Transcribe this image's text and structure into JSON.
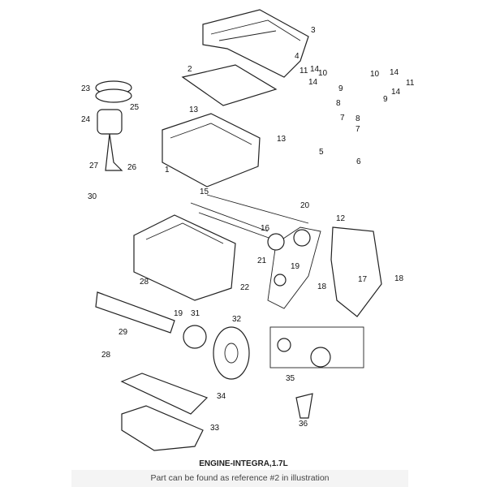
{
  "diagram": {
    "title": "ENGINE-INTEGRA,1.7L",
    "callouts": [
      "3",
      "4",
      "14",
      "11",
      "10",
      "14",
      "9",
      "8",
      "7",
      "2",
      "23",
      "25",
      "13",
      "24",
      "27",
      "26",
      "1",
      "13",
      "5",
      "10",
      "14",
      "11",
      "14",
      "9",
      "8",
      "7",
      "6",
      "12",
      "30",
      "15",
      "20",
      "16",
      "19",
      "21",
      "22",
      "17",
      "18",
      "18",
      "28",
      "19",
      "31",
      "32",
      "29",
      "28",
      "35",
      "34",
      "36",
      "33"
    ]
  },
  "caption": "Part can be found as reference #2 in illustration"
}
